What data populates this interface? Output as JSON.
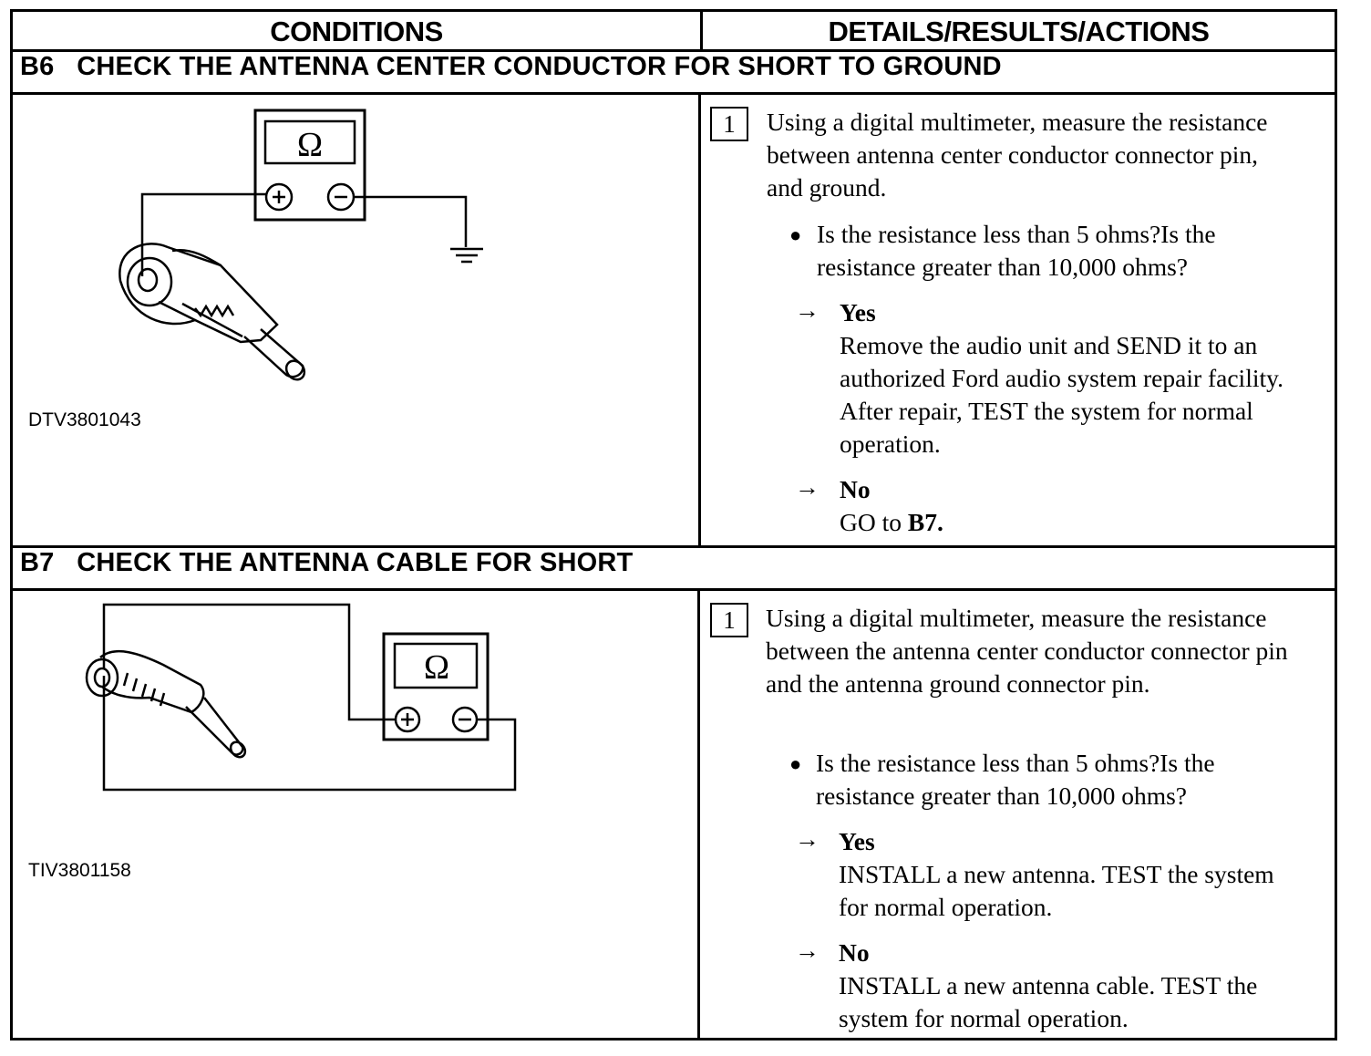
{
  "header": {
    "conditions": "CONDITIONS",
    "details": "DETAILS/RESULTS/ACTIONS"
  },
  "sections": [
    {
      "id": "B6",
      "title": "B6   CHECK THE ANTENNA CENTER CONDUCTOR FOR SHORT TO GROUND",
      "figure_code": "DTV3801043",
      "meter_symbol": "Ω",
      "step": {
        "number": "1",
        "instruction": "Using a digital multimeter, measure the resistance between antenna center conductor connector pin, and ground.",
        "question": "Is the resistance less than 5 ohms?Is the resistance greater than 10,000 ohms?",
        "yes": {
          "arrow": "→",
          "label": "Yes",
          "action": "Remove the audio unit and SEND it to an authorized Ford audio system repair facility. After repair, TEST the system for normal operation."
        },
        "no": {
          "arrow": "→",
          "label": "No",
          "action_prefix": "GO to ",
          "action_target": "B7."
        }
      }
    },
    {
      "id": "B7",
      "title": "B7   CHECK THE ANTENNA CABLE FOR SHORT",
      "figure_code": "TIV3801158",
      "meter_symbol": "Ω",
      "step": {
        "number": "1",
        "instruction": "Using a digital multimeter, measure the resistance between the antenna center conductor connector pin and the antenna ground connector pin.",
        "question": "Is the resistance less than 5 ohms?Is the resistance greater than 10,000 ohms?",
        "yes": {
          "arrow": "→",
          "label": "Yes",
          "action": "INSTALL a new antenna. TEST the system for normal operation."
        },
        "no": {
          "arrow": "→",
          "label": "No",
          "action": "INSTALL a new antenna cable. TEST the system for normal operation."
        }
      }
    }
  ]
}
